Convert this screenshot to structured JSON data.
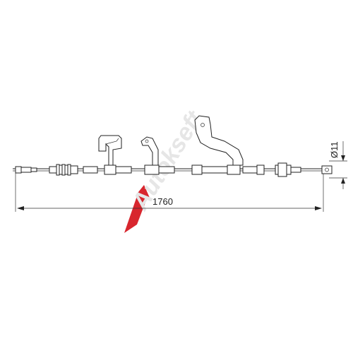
{
  "drawing": {
    "length_dimension": "1760",
    "diameter_dimension": "Ø11"
  },
  "watermark": {
    "text": "Autokseft",
    "mark_color": "#d8262e",
    "text_color": "#e0e0e0"
  },
  "colors": {
    "line": "#222222",
    "background": "#ffffff"
  }
}
